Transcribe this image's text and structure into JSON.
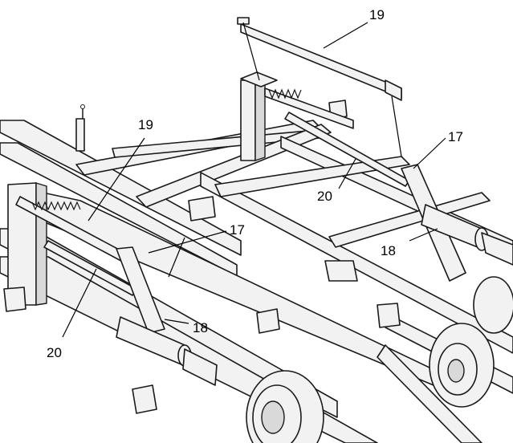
{
  "callouts": {
    "c19_top": "19",
    "c19_left": "19",
    "c17_right": "17",
    "c17_mid": "17",
    "c20_right": "20",
    "c20_left": "20",
    "c18_right": "18",
    "c18_left": "18"
  }
}
